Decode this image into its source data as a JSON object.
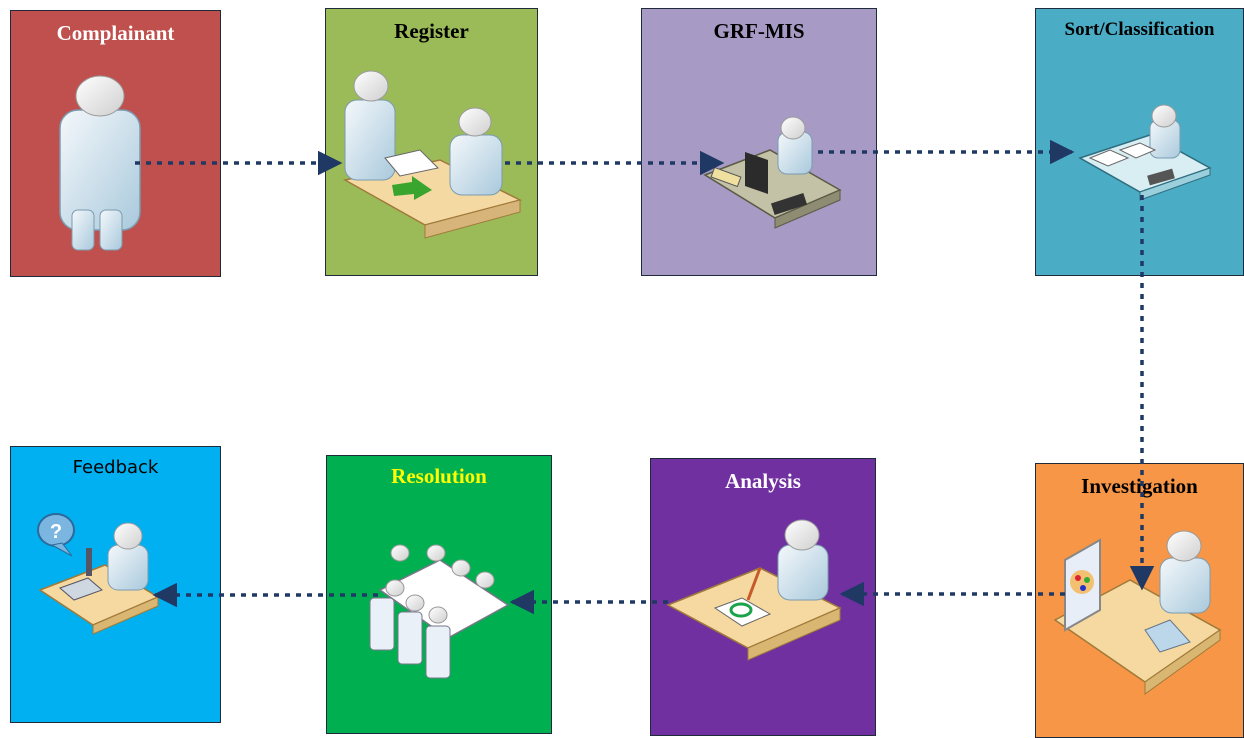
{
  "stages": {
    "complainant": {
      "label": "Complainant",
      "color": "#c0504d",
      "text_color": "#ffffff",
      "icon": "person-icon"
    },
    "register": {
      "label": "Register",
      "color": "#9bbb59",
      "text_color": "#000000",
      "icon": "register-desk-icon"
    },
    "grf_mis": {
      "label": "GRF-MIS",
      "color": "#a79bc5",
      "text_color": "#000000",
      "icon": "computer-workstation-icon"
    },
    "sort": {
      "label": "Sort/Classification",
      "color": "#4bacc6",
      "text_color": "#000000",
      "icon": "sorting-desk-icon"
    },
    "investigation": {
      "label": "Investigation",
      "color": "#f79646",
      "text_color": "#000000",
      "icon": "monitor-desk-icon"
    },
    "analysis": {
      "label": "Analysis",
      "color": "#7030a0",
      "text_color": "#ffffff",
      "icon": "writing-desk-icon"
    },
    "resolution": {
      "label": "Resolution",
      "color": "#00b050",
      "text_color": "#ffff00",
      "icon": "meeting-table-icon"
    },
    "feedback": {
      "label": "Feedback",
      "color": "#00b0f0",
      "text_color": "#000000",
      "icon": "phone-question-icon"
    }
  },
  "connector_color": "#1f3864"
}
